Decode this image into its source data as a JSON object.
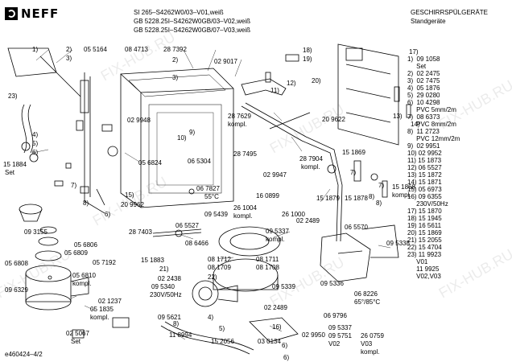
{
  "header": {
    "brand": "NEFF",
    "model_lines": [
      "SI 265–S4262W0/03–V01,weiß",
      "GB 5228.25I–S4262W0GB/03–V02,weiß",
      "GB 5228.25I–S4262W0GB/07–V03,weiß"
    ],
    "category": "GESCHIRRSPÜLGERÄTE",
    "subcategory": "Standgeräte"
  },
  "footer": {
    "drawing_id": "e460424–4/2"
  },
  "watermark": "FIX-HUB.RU",
  "parts_list": [
    "1)  09 1058",
    "     Set",
    "2)  02 2475",
    "3)  02 7475",
    "4)  05 1876",
    "5)  29 0280",
    "6)  10 4298",
    "     PVC 5mm/2m",
    "7)  08 6373",
    "     PVC 8mm/2m",
    "8)  11 2723",
    "     PVC 12mm/2m",
    "9)  02 9951",
    "10) 02 9952",
    "11) 15 1873",
    "12) 06 5527",
    "13) 15 1872",
    "14) 15 1871",
    "15) 05 6973",
    "16) 09 6355",
    "     230V/50Hz",
    "17) 15 1870",
    "18) 15 1945",
    "19) 16 5611",
    "20) 15 1869",
    "21) 15 2055",
    "22) 15 4704",
    "23) 11 9923",
    "     V01",
    "     11 9925",
    "     V02,V03"
  ],
  "labels": [
    {
      "id": "l1",
      "text": "1)"
    },
    {
      "id": "l2",
      "text": "2)"
    },
    {
      "id": "l3",
      "text": "3)"
    },
    {
      "id": "l4",
      "text": "23)"
    },
    {
      "id": "l5",
      "text": "05 5164"
    },
    {
      "id": "l6",
      "text": "08 4713"
    },
    {
      "id": "l7",
      "text": "28 7392"
    },
    {
      "id": "l8",
      "text": "02 9017"
    },
    {
      "id": "l9",
      "text": "2)"
    },
    {
      "id": "l10",
      "text": "3)"
    },
    {
      "id": "l11",
      "text": "02 9948"
    },
    {
      "id": "l12",
      "text": "9)"
    },
    {
      "id": "l13",
      "text": "10)"
    },
    {
      "id": "l14",
      "text": "15 1884"
    },
    {
      "id": "l15",
      "text": "Set"
    },
    {
      "id": "l16",
      "text": "4)"
    },
    {
      "id": "l17",
      "text": "5)"
    },
    {
      "id": "l18",
      "text": "6)"
    },
    {
      "id": "l19",
      "text": "06 5304"
    },
    {
      "id": "l20",
      "text": "05 6824"
    },
    {
      "id": "l21",
      "text": "8)"
    },
    {
      "id": "l22",
      "text": "7)"
    },
    {
      "id": "l23",
      "text": "6)"
    },
    {
      "id": "l24",
      "text": "20 9962"
    },
    {
      "id": "l25",
      "text": "09 3155"
    },
    {
      "id": "l26",
      "text": "06 7827"
    },
    {
      "id": "l27",
      "text": "55°C"
    },
    {
      "id": "l28",
      "text": "09 5439"
    },
    {
      "id": "l29",
      "text": "16 0899"
    },
    {
      "id": "l30",
      "text": "26 1004"
    },
    {
      "id": "l31",
      "text": "kompl."
    },
    {
      "id": "l32",
      "text": "26 1000"
    },
    {
      "id": "l33",
      "text": "28 7629"
    },
    {
      "id": "l34",
      "text": "kompl."
    },
    {
      "id": "l35",
      "text": "28 7495"
    },
    {
      "id": "l36",
      "text": "11)"
    },
    {
      "id": "l37",
      "text": "12)"
    },
    {
      "id": "l38",
      "text": "28 7904"
    },
    {
      "id": "l39",
      "text": "kompl."
    },
    {
      "id": "l40",
      "text": "02 9947"
    },
    {
      "id": "l41",
      "text": "18)"
    },
    {
      "id": "l42",
      "text": "19)"
    },
    {
      "id": "l43",
      "text": "20)"
    },
    {
      "id": "l44",
      "text": "17)"
    },
    {
      "id": "l45",
      "text": "13)"
    },
    {
      "id": "l46",
      "text": "14)"
    },
    {
      "id": "l47",
      "text": "20 9622"
    },
    {
      "id": "l48",
      "text": "15 1869"
    },
    {
      "id": "l49",
      "text": "7)"
    },
    {
      "id": "l50",
      "text": "8)"
    },
    {
      "id": "l51",
      "text": "15 1868"
    },
    {
      "id": "l52",
      "text": "kompl."
    },
    {
      "id": "l53",
      "text": "15 1879"
    },
    {
      "id": "l54",
      "text": "15 1878"
    },
    {
      "id": "l55",
      "text": "02 2489"
    },
    {
      "id": "l56",
      "text": "06 5570"
    },
    {
      "id": "l57",
      "text": "06 5527"
    },
    {
      "id": "l58",
      "text": "09 5337"
    },
    {
      "id": "l59",
      "text": "kompl."
    },
    {
      "id": "l60",
      "text": "09 5338"
    },
    {
      "id": "l61",
      "text": "28 7403"
    },
    {
      "id": "l62",
      "text": "08 6466"
    },
    {
      "id": "l63",
      "text": "15 1883"
    },
    {
      "id": "l64",
      "text": "21)"
    },
    {
      "id": "l65",
      "text": "05 6806"
    },
    {
      "id": "l66",
      "text": "05 6809"
    },
    {
      "id": "l67",
      "text": "05 6808"
    },
    {
      "id": "l68",
      "text": "05 7192"
    },
    {
      "id": "l69",
      "text": "05 6810"
    },
    {
      "id": "l70",
      "text": "kompl."
    },
    {
      "id": "l71",
      "text": "09 6329"
    },
    {
      "id": "l72",
      "text": "02 1237"
    },
    {
      "id": "l73",
      "text": "05 1835"
    },
    {
      "id": "l74",
      "text": "kompl."
    },
    {
      "id": "l75",
      "text": "02 5067"
    },
    {
      "id": "l76",
      "text": "Set"
    },
    {
      "id": "l77",
      "text": "02 2438"
    },
    {
      "id": "l78",
      "text": "09 5340"
    },
    {
      "id": "l79",
      "text": "230V/50Hz"
    },
    {
      "id": "l80",
      "text": "09 5621"
    },
    {
      "id": "l81",
      "text": "22)"
    },
    {
      "id": "l82",
      "text": "08 1712"
    },
    {
      "id": "l83",
      "text": "08 1709"
    },
    {
      "id": "l84",
      "text": "08 1711"
    },
    {
      "id": "l85",
      "text": "08 1708"
    },
    {
      "id": "l86",
      "text": "09 5339"
    },
    {
      "id": "l87",
      "text": "06 8226"
    },
    {
      "id": "l88",
      "text": "65°/85°C"
    },
    {
      "id": "l89",
      "text": "09 5336"
    },
    {
      "id": "l90",
      "text": "06 9796"
    },
    {
      "id": "l91",
      "text": "02 2489"
    },
    {
      "id": "l92",
      "text": "11 8994"
    },
    {
      "id": "l93",
      "text": "15 2056"
    },
    {
      "id": "l94",
      "text": "03 0134"
    },
    {
      "id": "l95",
      "text": "02 9950"
    },
    {
      "id": "l96",
      "text": "09 5337"
    },
    {
      "id": "l97",
      "text": "09 5751"
    },
    {
      "id": "l98",
      "text": "V02"
    },
    {
      "id": "l99",
      "text": "26 0759"
    },
    {
      "id": "l100",
      "text": "V03"
    },
    {
      "id": "l101",
      "text": "kompl."
    },
    {
      "id": "l102",
      "text": "4)"
    },
    {
      "id": "l103",
      "text": "5)"
    },
    {
      "id": "l104",
      "text": "6)"
    },
    {
      "id": "l105",
      "text": "8)"
    },
    {
      "id": "l106",
      "text": "7)"
    },
    {
      "id": "l107",
      "text": "8)"
    },
    {
      "id": "l108",
      "text": "16)"
    },
    {
      "id": "l109",
      "text": "15)"
    },
    {
      "id": "l110",
      "text": "6)"
    }
  ]
}
